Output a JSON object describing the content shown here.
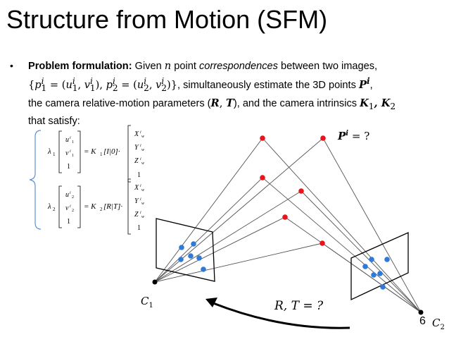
{
  "slide": {
    "title": "Structure from Motion (SFM)",
    "bullet": {
      "label": "Problem formulation:",
      "t1": " Given ",
      "n": "n",
      "t2": " point ",
      "correspondences": "correspondences",
      "t3": " between two images,",
      "set_open": "{",
      "p1": "p",
      "p1_sup": "i",
      "p1_sub": "1",
      "p1_eq": " = (",
      "u1": "u",
      "u1_sup": "i",
      "u1_sub": "1",
      "comma1": ", ",
      "v1": "v",
      "v1_sup": "i",
      "v1_sub": "1",
      "p1_close": "), ",
      "p2": "p",
      "p2_sup": "i",
      "p2_sub": "2",
      "p2_eq": " = (",
      "u2": "u",
      "u2_sup": "i",
      "u2_sub": "2",
      "comma2": ", ",
      "v2": "v",
      "v2_sup": "i",
      "v2_sub": "2",
      "p2_close": ")",
      "set_close": "}",
      "t4": ", simultaneously estimate the 3D points ",
      "P": "P",
      "P_sup": "i",
      "t5": ",",
      "t6": "the camera relative-motion parameters (",
      "R": "R",
      "rt_comma": ", ",
      "T": "T",
      "t7": "), and the camera intrinsics ",
      "K1": "K",
      "K1_sub": "1",
      "k_comma": ", ",
      "K2": "K",
      "K2_sub": "2",
      "t8": "that satisfy:"
    },
    "equations": {
      "eq1": {
        "lambda": "λ",
        "lambda_sub": "1",
        "u": "u",
        "u_sup": "i",
        "u_sub": "1",
        "v": "v",
        "v_sup": "i",
        "v_sub": "1",
        "one": "1",
        "eq_K": "= K",
        "K_sub": "1",
        "bracket": "[I|0]·"
      },
      "eq2": {
        "lambda": "λ",
        "lambda_sub": "2",
        "u": "u",
        "u_sup": "i",
        "u_sub": "2",
        "v": "v",
        "v_sup": "i",
        "v_sub": "2",
        "one": "1",
        "eq_K": "= K",
        "K_sub": "2",
        "bracket": "[R|T]·"
      },
      "world": {
        "X": "X",
        "Y": "Y",
        "Z": "Z",
        "sup": "i",
        "sub": "w",
        "one": "1"
      }
    },
    "diagram": {
      "points_label": "P",
      "points_sup": "i",
      "points_q": " = ?",
      "cam1": "C",
      "cam1_sub": "1",
      "cam2": "C",
      "cam2_sub": "2",
      "motion": "R, T  = ?",
      "colors": {
        "point3d": "#e8141b",
        "projection": "#2f7ad8",
        "line": "#555555"
      }
    },
    "page_number": "6"
  }
}
